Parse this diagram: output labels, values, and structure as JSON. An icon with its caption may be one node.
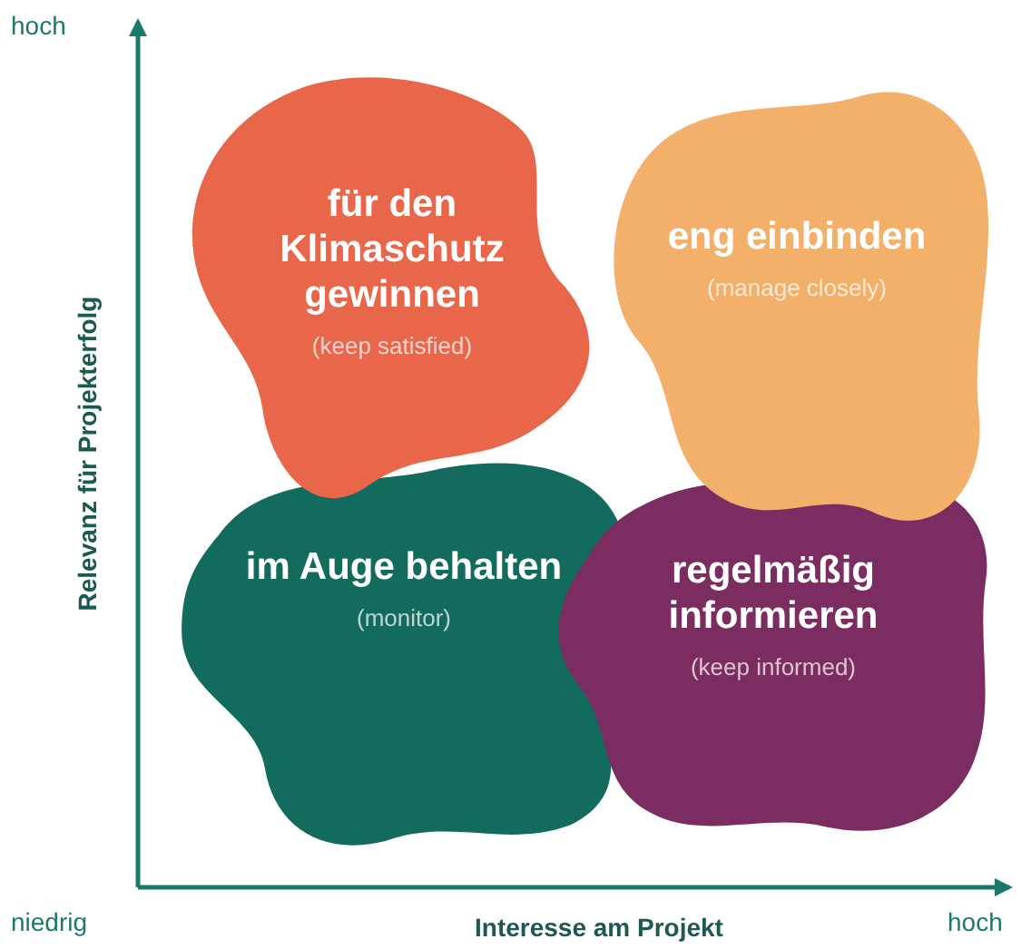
{
  "diagram": {
    "nodes": [
      {
        "text": [
          "für den Klimaschutz gewinnen",
          "(keep satisfied)"
        ]
      },
      {
        "text": [
          "eng einbinden",
          "(manage closely)"
        ]
      },
      {
        "text": [
          "im Auge behalten",
          "(monitor)"
        ]
      },
      {
        "text": [
          "regelmäßig informieren",
          "(keep informed)"
        ]
      }
    ],
    "labels": [
      "hoch",
      "Relevanz für Projekterfolg",
      "niedrig",
      "Interesse am Projekt",
      "hoch"
    ]
  }
}
